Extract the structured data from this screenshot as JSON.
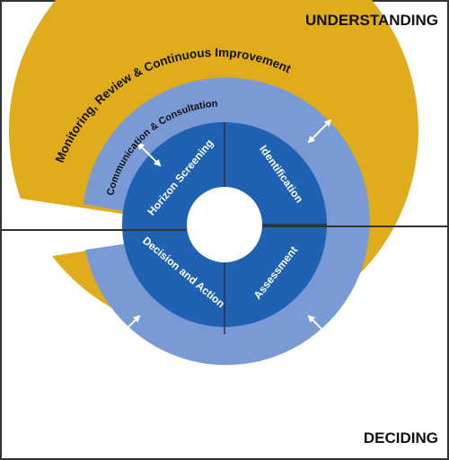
{
  "corners": {
    "top_right": "UNDERSTANDING",
    "bottom_right": "DECIDING"
  },
  "rings": {
    "outer": "Monitoring, Review & Continuous Improvement",
    "middle": "Communication & Consultation"
  },
  "quadrants": {
    "top_left": "Horizon Screening",
    "top_right": "Identification",
    "bottom_left": "Decision and Action",
    "bottom_right": "Assessment"
  },
  "colors": {
    "outer_ring": "#e0ac1c",
    "middle_ring": "#7a9ad6",
    "inner_ring": "#1f62b3",
    "center": "#ffffff",
    "divider": "#2f2f2f",
    "border": "#333333",
    "arrow": "#ffffff"
  }
}
